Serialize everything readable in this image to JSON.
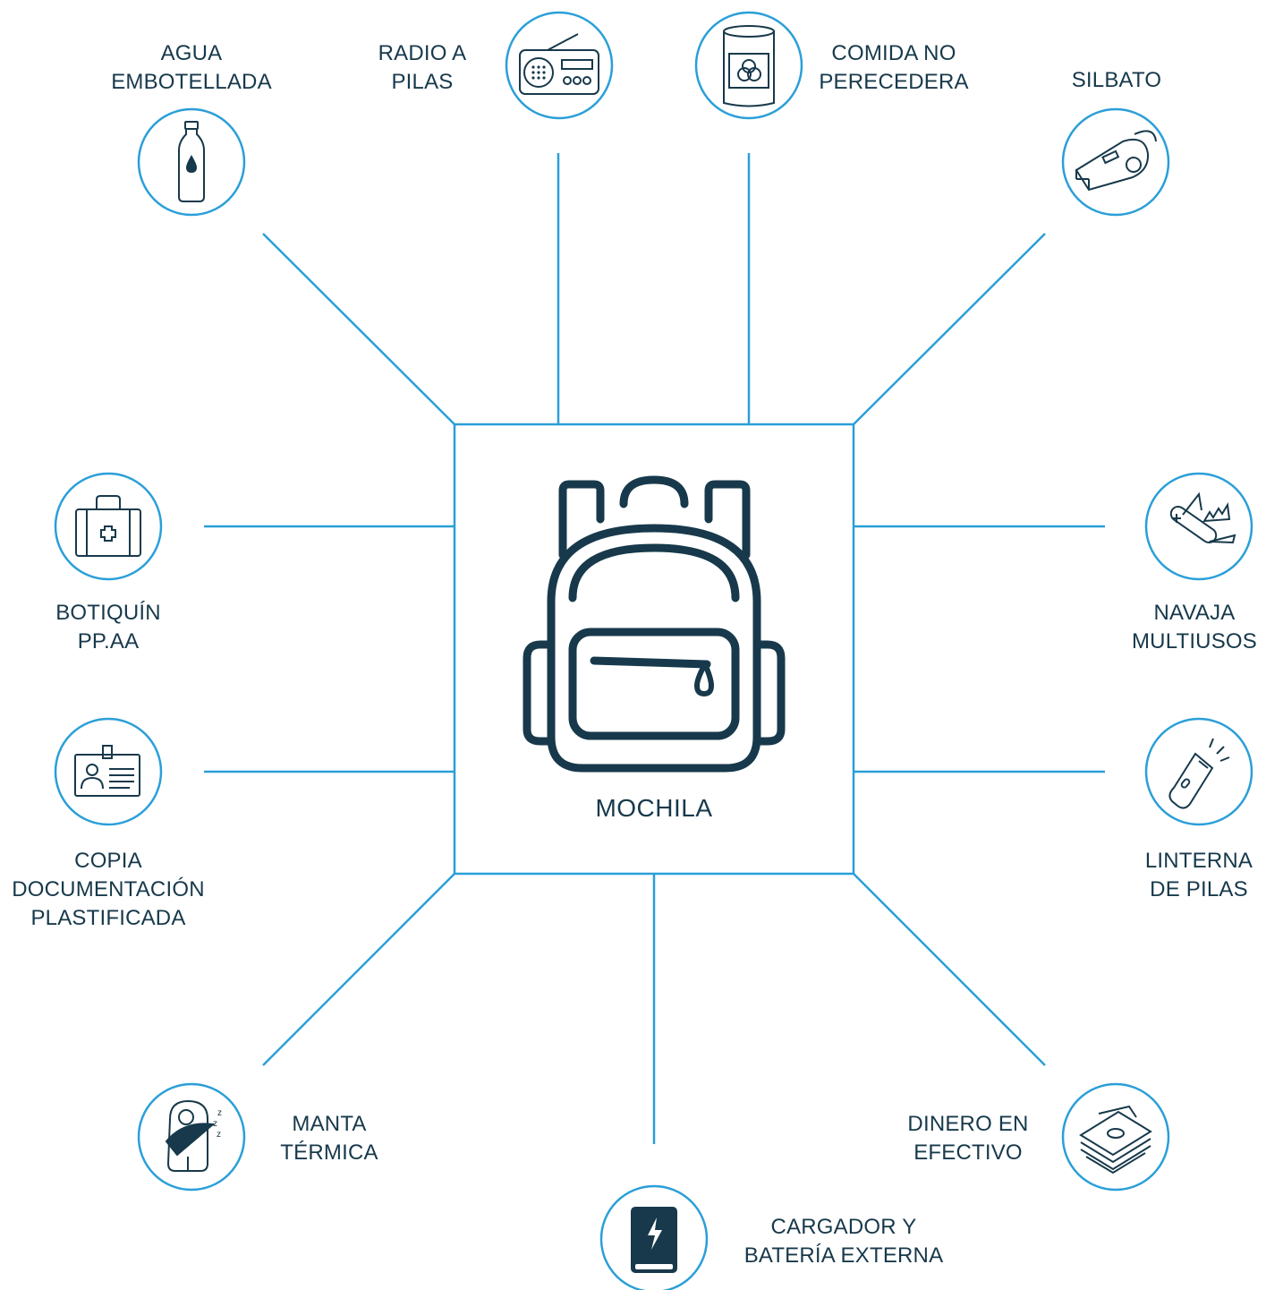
{
  "center": {
    "label": "MOCHILA",
    "icon": "backpack-icon"
  },
  "colors": {
    "accent": "#2a9fd8",
    "ink": "#17394b",
    "background": "#ffffff"
  },
  "items": [
    {
      "id": "agua",
      "icon": "water-bottle-icon",
      "lines": [
        "AGUA",
        "EMBOTELLADA"
      ]
    },
    {
      "id": "radio",
      "icon": "radio-icon",
      "lines": [
        "RADIO A",
        "PILAS"
      ]
    },
    {
      "id": "comida",
      "icon": "food-can-icon",
      "lines": [
        "COMIDA NO",
        "PERECEDERA"
      ]
    },
    {
      "id": "silbato",
      "icon": "whistle-icon",
      "lines": [
        "SILBATO"
      ]
    },
    {
      "id": "botiquin",
      "icon": "first-aid-kit-icon",
      "lines": [
        "BOTIQUÍN",
        "PP.AA"
      ]
    },
    {
      "id": "navaja",
      "icon": "multitool-knife-icon",
      "lines": [
        "NAVAJA",
        "MULTIUSOS"
      ]
    },
    {
      "id": "copia",
      "icon": "id-card-icon",
      "lines": [
        "COPIA",
        "DOCUMENTACIÓN",
        "PLASTIFICADA"
      ]
    },
    {
      "id": "linterna",
      "icon": "flashlight-icon",
      "lines": [
        "LINTERNA",
        "DE PILAS"
      ]
    },
    {
      "id": "manta",
      "icon": "sleeping-bag-icon",
      "lines": [
        "MANTA",
        "TÉRMICA"
      ]
    },
    {
      "id": "dinero",
      "icon": "cash-stack-icon",
      "lines": [
        "DINERO EN",
        "EFECTIVO"
      ]
    },
    {
      "id": "cargador",
      "icon": "power-bank-icon",
      "lines": [
        "CARGADOR Y",
        "BATERÍA EXTERNA"
      ]
    }
  ]
}
